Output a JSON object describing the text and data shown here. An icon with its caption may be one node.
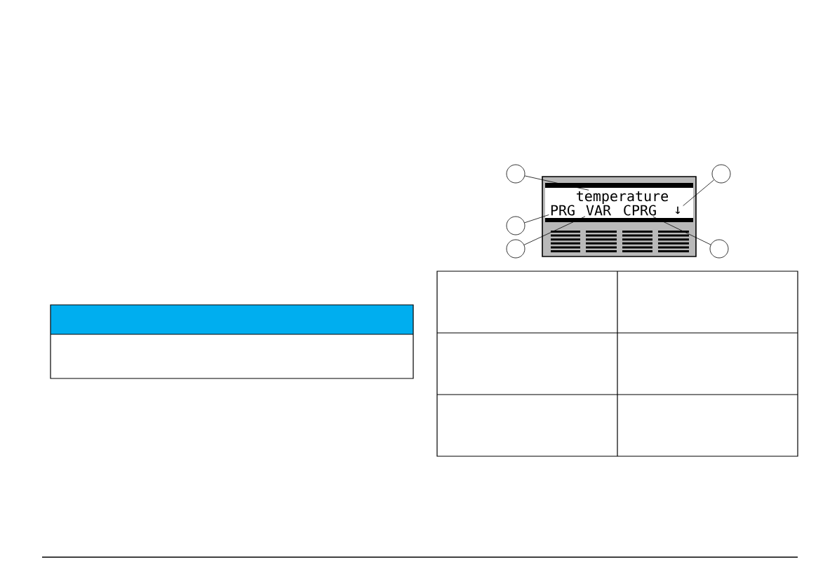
{
  "diagram": {
    "nodes": [
      {
        "text": [],
        "shape": "circle"
      },
      {
        "text": [],
        "shape": "circle"
      },
      {
        "text": [],
        "shape": "circle"
      },
      {
        "text": [],
        "shape": "circle"
      },
      {
        "text": [],
        "shape": "circle"
      },
      {
        "text": [
          "temperature"
        ]
      },
      {
        "text": [
          "PRG"
        ]
      },
      {
        "text": [
          "VAR"
        ]
      },
      {
        "text": [
          "CPRG"
        ]
      },
      {
        "text": [
          "↓"
        ]
      }
    ],
    "edges": [
      {
        "from": 0,
        "to": 5,
        "arrow": "none"
      },
      {
        "from": 1,
        "to": 9,
        "arrow": "none"
      },
      {
        "from": 2,
        "to": 6,
        "arrow": "none"
      },
      {
        "from": 3,
        "to": 7,
        "arrow": "none"
      },
      {
        "from": 4,
        "to": 8,
        "arrow": "none"
      }
    ]
  }
}
